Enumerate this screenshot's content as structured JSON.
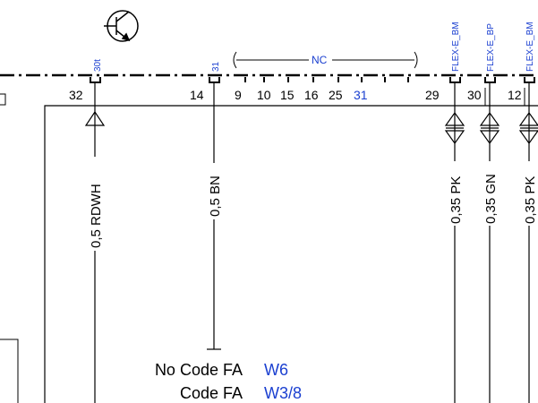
{
  "colors": {
    "line": "#000000",
    "accent_blue": "#1a3fd0"
  },
  "icons": {
    "transistor": "transistor-icon"
  },
  "connector": {
    "pin_top_labels": [
      "30t",
      "31"
    ],
    "nc_label": "NC",
    "flex_labels": [
      "FLEX-E_BM",
      "FLEX-E_BP",
      "FLEX-E_BM"
    ],
    "pins": [
      "32",
      "14",
      "9",
      "10",
      "15",
      "16",
      "25",
      "31",
      "29",
      "30",
      "12"
    ]
  },
  "wires": [
    {
      "label": "0,5 RDWH"
    },
    {
      "label": "0,5 BN"
    },
    {
      "label": "0,35 PK"
    },
    {
      "label": "0,35 GN"
    },
    {
      "label": "0,35 PK"
    }
  ],
  "codes": [
    {
      "label": "No Code FA",
      "ref": "W6"
    },
    {
      "label": "Code FA",
      "ref": "W3/8"
    }
  ]
}
